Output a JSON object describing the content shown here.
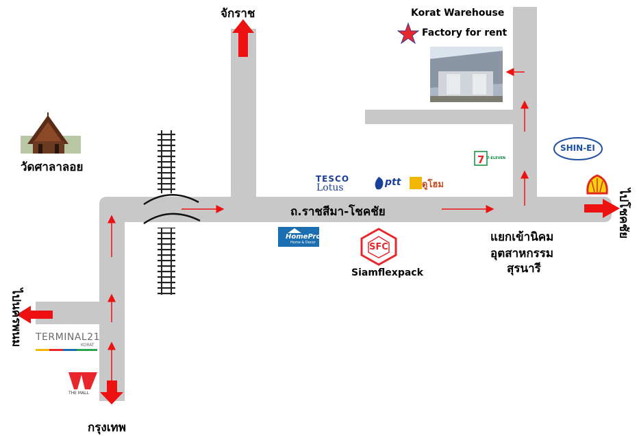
{
  "map": {
    "title_line1": "Korat Warehouse",
    "title_line2": "Factory for rent",
    "road_main": "ถ.ราชสีมา-โชคชัย",
    "dest_north": "จักราช",
    "dest_east": "ไปโชคชัย",
    "dest_west": "ไปนครพนม",
    "dest_south": "กรุงเทพ",
    "temple": "วัดศาลาลอย",
    "junction_line1": "แยกเข้านิคม",
    "junction_line2": "อุตสาหกรรม",
    "junction_line3": "สุรนารี",
    "sfc_company": "Siamflexpack"
  },
  "logos": {
    "tesco_top": "TESCO",
    "tesco_bottom": "Lotus",
    "ptt": "ptt",
    "dohome": "ดูโฮม",
    "seven_eleven": "7-ELEVEN",
    "shinei": "SHIN-EI",
    "homepro": "HomePro",
    "homepro_sub": "Home & Decor",
    "sfc": "SFC",
    "terminal21": "TERMINAL21",
    "terminal21_sub": "KORAT",
    "themall": "THE MALL"
  },
  "colors": {
    "road": "#c8c8c8",
    "arrow": "#ee1111",
    "star": "#e8262b",
    "railway": "#222222"
  }
}
